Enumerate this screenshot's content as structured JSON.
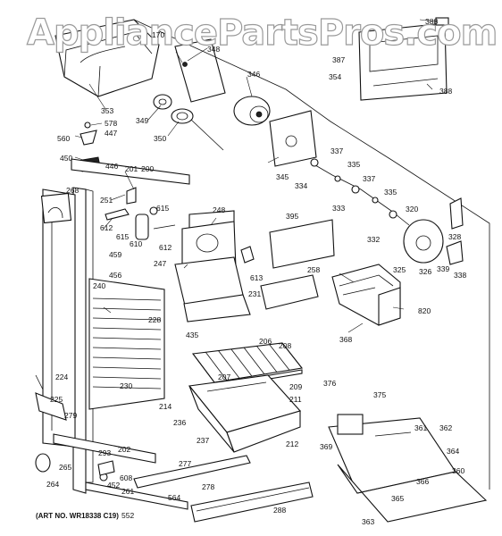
{
  "watermark": "AppliancePartsPros.com",
  "art_number": "(ART NO. WR18338 C19)",
  "parts": [
    {
      "id": "p170",
      "text": "170"
    },
    {
      "id": "p348",
      "text": "348"
    },
    {
      "id": "p346",
      "text": "346"
    },
    {
      "id": "p353",
      "text": "353"
    },
    {
      "id": "p349",
      "text": "349"
    },
    {
      "id": "p350",
      "text": "350"
    },
    {
      "id": "p354",
      "text": "354"
    },
    {
      "id": "p387",
      "text": "387"
    },
    {
      "id": "p388a",
      "text": "388"
    },
    {
      "id": "p388b",
      "text": "388"
    },
    {
      "id": "p578",
      "text": "578"
    },
    {
      "id": "p447",
      "text": "447"
    },
    {
      "id": "p560",
      "text": "560"
    },
    {
      "id": "p450",
      "text": "450"
    },
    {
      "id": "p446",
      "text": "446"
    },
    {
      "id": "p201",
      "text": "201"
    },
    {
      "id": "p200",
      "text": "200"
    },
    {
      "id": "p268",
      "text": "268"
    },
    {
      "id": "p251",
      "text": "251"
    },
    {
      "id": "p615a",
      "text": "615"
    },
    {
      "id": "p615b",
      "text": "615"
    },
    {
      "id": "p612a",
      "text": "612"
    },
    {
      "id": "p612b",
      "text": "612"
    },
    {
      "id": "p610",
      "text": "610"
    },
    {
      "id": "p248",
      "text": "248"
    },
    {
      "id": "p459",
      "text": "459"
    },
    {
      "id": "p456",
      "text": "456"
    },
    {
      "id": "p247",
      "text": "247"
    },
    {
      "id": "p613",
      "text": "613"
    },
    {
      "id": "p345",
      "text": "345"
    },
    {
      "id": "p334",
      "text": "334"
    },
    {
      "id": "p337a",
      "text": "337"
    },
    {
      "id": "p335a",
      "text": "335"
    },
    {
      "id": "p337b",
      "text": "337"
    },
    {
      "id": "p335b",
      "text": "335"
    },
    {
      "id": "p333",
      "text": "333"
    },
    {
      "id": "p320",
      "text": "320"
    },
    {
      "id": "p332",
      "text": "332"
    },
    {
      "id": "p395",
      "text": "395"
    },
    {
      "id": "p328",
      "text": "328"
    },
    {
      "id": "p325",
      "text": "325"
    },
    {
      "id": "p326",
      "text": "326"
    },
    {
      "id": "p339",
      "text": "339"
    },
    {
      "id": "p338",
      "text": "338"
    },
    {
      "id": "p258",
      "text": "258"
    },
    {
      "id": "p231",
      "text": "231"
    },
    {
      "id": "p240",
      "text": "240"
    },
    {
      "id": "p228",
      "text": "228"
    },
    {
      "id": "p820",
      "text": "820"
    },
    {
      "id": "p435",
      "text": "435"
    },
    {
      "id": "p368",
      "text": "368"
    },
    {
      "id": "p206",
      "text": "206"
    },
    {
      "id": "p208",
      "text": "208"
    },
    {
      "id": "p224",
      "text": "224"
    },
    {
      "id": "p230",
      "text": "230"
    },
    {
      "id": "p207",
      "text": "207"
    },
    {
      "id": "p209",
      "text": "209"
    },
    {
      "id": "p376",
      "text": "376"
    },
    {
      "id": "p375",
      "text": "375"
    },
    {
      "id": "p225",
      "text": "225"
    },
    {
      "id": "p211",
      "text": "211"
    },
    {
      "id": "p279",
      "text": "279"
    },
    {
      "id": "p214",
      "text": "214"
    },
    {
      "id": "p236",
      "text": "236"
    },
    {
      "id": "p361",
      "text": "361"
    },
    {
      "id": "p362",
      "text": "362"
    },
    {
      "id": "p237",
      "text": "237"
    },
    {
      "id": "p212",
      "text": "212"
    },
    {
      "id": "p369",
      "text": "369"
    },
    {
      "id": "p202",
      "text": "202"
    },
    {
      "id": "p364",
      "text": "364"
    },
    {
      "id": "p293",
      "text": "293"
    },
    {
      "id": "p265",
      "text": "265"
    },
    {
      "id": "p277",
      "text": "277"
    },
    {
      "id": "p360",
      "text": "360"
    },
    {
      "id": "p264",
      "text": "264"
    },
    {
      "id": "p608",
      "text": "608"
    },
    {
      "id": "p452",
      "text": "452"
    },
    {
      "id": "p261",
      "text": "261"
    },
    {
      "id": "p564",
      "text": "564"
    },
    {
      "id": "p278",
      "text": "278"
    },
    {
      "id": "p366",
      "text": "366"
    },
    {
      "id": "p365",
      "text": "365"
    },
    {
      "id": "p552",
      "text": "552"
    },
    {
      "id": "p288",
      "text": "288"
    },
    {
      "id": "p363",
      "text": "363"
    }
  ]
}
